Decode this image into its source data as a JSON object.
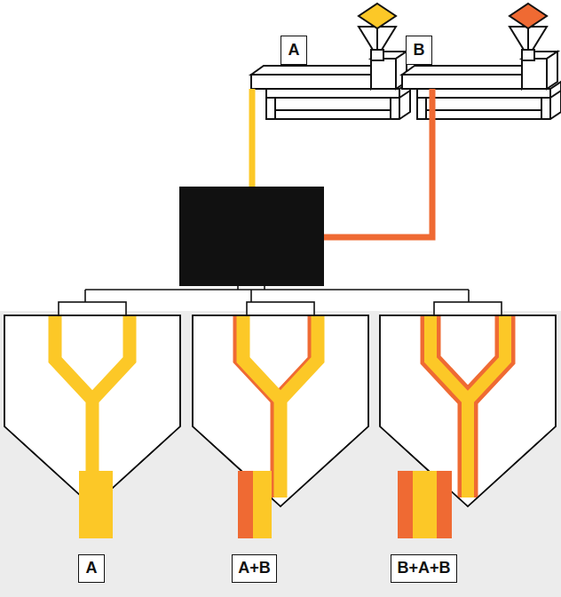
{
  "diagram": {
    "nodes": [
      {
        "text": [
          "A"
        ]
      },
      {
        "text": [
          "B"
        ]
      },
      {
        "text": [
          "A"
        ]
      },
      {
        "text": [
          "A+B"
        ]
      },
      {
        "text": [
          "B+A+B"
        ]
      }
    ]
  }
}
